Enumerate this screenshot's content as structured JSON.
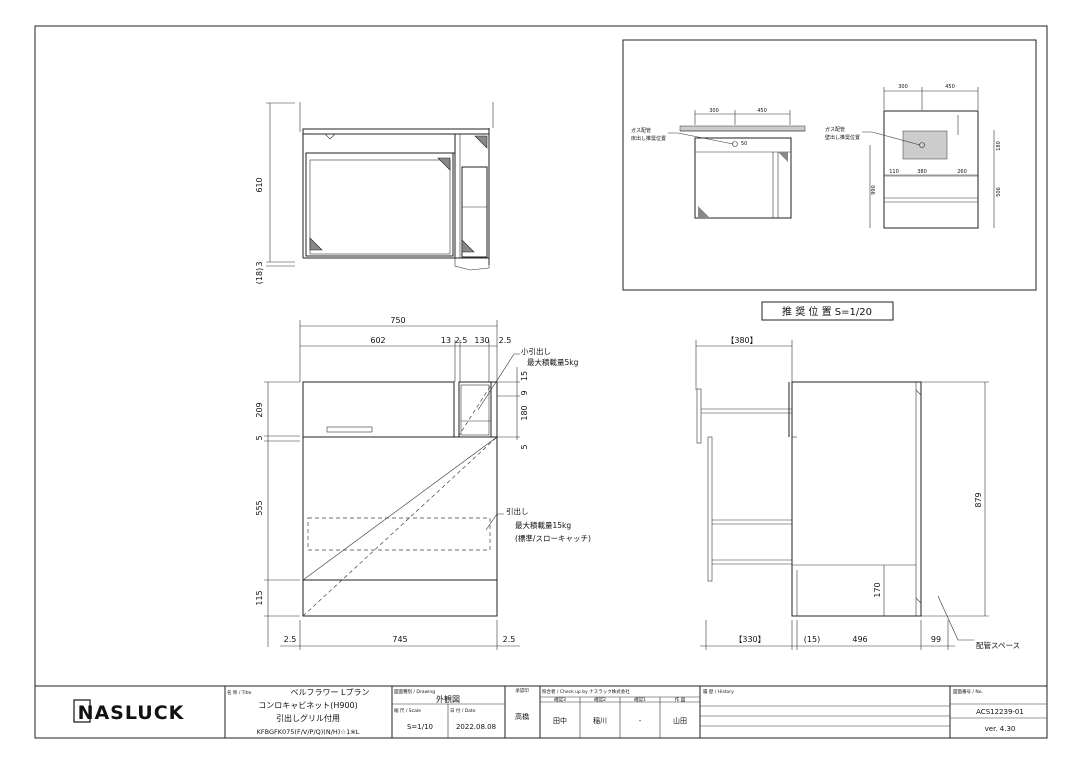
{
  "top_view": {
    "dims": [
      "610",
      "3",
      "(18)"
    ]
  },
  "front_view": {
    "top_dims": [
      "750",
      "602",
      "13",
      "2.5",
      "130",
      "2.5"
    ],
    "left_dims": [
      "209",
      "5",
      "555",
      "115"
    ],
    "right_dims": [
      "15",
      "9",
      "180",
      "5"
    ],
    "bottom_dims": [
      "2.5",
      "745",
      "2.5"
    ],
    "small_drawer_note": [
      "小引出し",
      "最大積載量5kg"
    ],
    "drawer_note": [
      "引出し",
      "最大積載量15kg",
      "(標準/スローキャッチ)"
    ]
  },
  "side_view": {
    "top_dim": "【380】",
    "height_dim": "879",
    "inner_dim": "170",
    "bottom_dims": [
      "【330】",
      "(15)",
      "496",
      "99"
    ],
    "pipe_space_label": "配管スペース"
  },
  "recommended": {
    "title": "推 奨 位 置 S=1/20",
    "left": {
      "dims": [
        "300",
        "450",
        "50"
      ],
      "label": [
        "ガス配管",
        "床出し推奨位置"
      ]
    },
    "right": {
      "dims": [
        "300",
        "450",
        "180",
        "110",
        "380",
        "260",
        "990",
        "506"
      ],
      "label": [
        "ガス配管",
        "壁出し推奨位置"
      ]
    }
  },
  "title_block": {
    "logo": "NASLUCK",
    "title_hdr": "名 称 / Title",
    "title_lines": [
      "ベルフラワー Lプラン",
      "コンロキャビネット(H900)",
      "引出しグリル付用",
      "KFBGFK075(F/V/P/Q)(N/H)☆1※L"
    ],
    "drawing_hdr": "図面種別 / Drawing",
    "drawing_val": "外観図",
    "scale_hdr": "縮 尺 / Scale",
    "scale_val": "S=1/10",
    "date_hdr": "日 付 / Date",
    "date_val": "2022.08.08",
    "approval_hdr": "承認印",
    "approval_val": "高橋",
    "check_hdr": "照合者 / Check up by ナスラック株式会社",
    "check_cols": [
      "確認3",
      "確認2",
      "確認1",
      "作 図"
    ],
    "check_vals": [
      "田中",
      "稲川",
      "-",
      "山田"
    ],
    "history_hdr": "履 歴 / History",
    "no_hdr": "図面番号 / No.",
    "no_val": "ACS12239-01",
    "version": "ver. 4.30"
  }
}
